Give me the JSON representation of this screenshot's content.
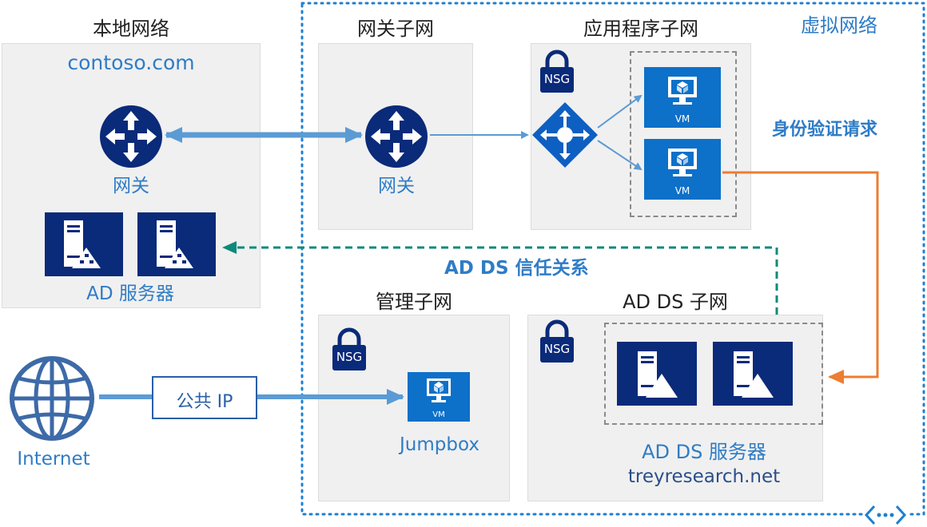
{
  "labels": {
    "onprem_title": "本地网络",
    "onprem_domain": "contoso.com",
    "onprem_gateway": "网关",
    "onprem_ad_servers": "AD 服务器",
    "vnet_title": "虚拟网络",
    "gateway_subnet_title": "网关子网",
    "gateway_subnet_gateway": "网关",
    "app_subnet_title": "应用程序子网",
    "auth_request": "身份验证请求",
    "trust_relation": "AD DS 信任关系",
    "mgmt_subnet_title": "管理子网",
    "adds_subnet_title": "AD DS 子网",
    "adds_servers": "AD DS 服务器",
    "adds_domain": "treyresearch.net",
    "jumpbox": "Jumpbox",
    "public_ip": "公共 IP",
    "internet": "Internet",
    "nsg": "NSG",
    "vm": "VM"
  },
  "colors": {
    "panel_bg": "#f0f0f0",
    "vnet_border": "#1e7fd0",
    "gateway_icon": "#0a2a7a",
    "vm_tile": "#0d70c9",
    "server_tile": "#0a2a7a",
    "arrow_blue": "#5b9bd5",
    "arrow_orange": "#ed7d31",
    "arrow_teal": "#0e8a7a",
    "text_blue": "#2f7cc6"
  },
  "icons": [
    "router-icon",
    "lock-icon",
    "load-balancer-icon",
    "vm-icon",
    "server-icon",
    "globe-icon",
    "vnet-icon"
  ]
}
